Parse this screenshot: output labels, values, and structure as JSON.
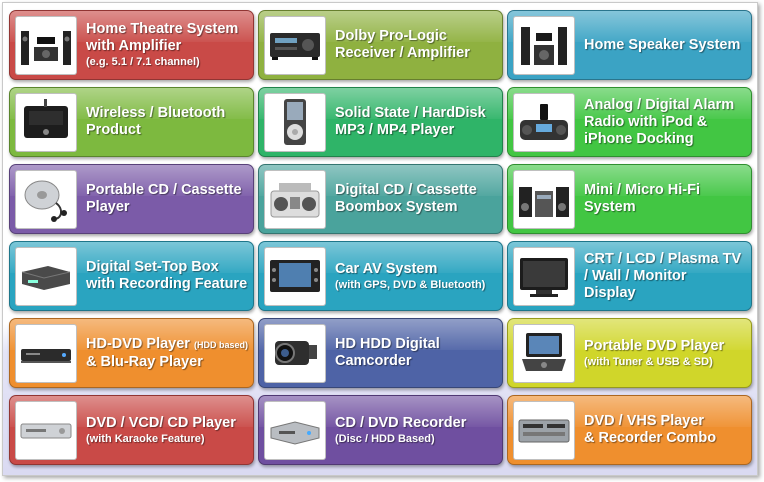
{
  "colors": {
    "red": "#c94a47",
    "olive": "#8fb140",
    "teal": "#3ba3c4",
    "green": "#7db93f",
    "purple": "#7b5ba8",
    "emerald": "#2fb468",
    "brightgreen": "#42c643",
    "cyan": "#2aa4c0",
    "orange": "#ef8f2e",
    "navy": "#4e63a6",
    "yellow": "#d0d62a",
    "violet": "#6f4fa0"
  },
  "tiles": [
    {
      "line1": "Home Theatre System",
      "line2": "with Amplifier",
      "sub": "(e.g. 5.1 / 7.1 channel)",
      "icon": "speaker-set-icon"
    },
    {
      "line1": "Dolby Pro-Logic",
      "line2": "Receiver / Amplifier",
      "icon": "av-receiver-icon"
    },
    {
      "line1": "Home Speaker System",
      "icon": "home-speakers-icon"
    },
    {
      "line1": "Wireless / Bluetooth",
      "line2": "Product",
      "icon": "wireless-dock-icon"
    },
    {
      "line1": "Solid State / HardDisk",
      "line2": "MP3 / MP4 Player",
      "icon": "mp3-player-icon"
    },
    {
      "line1": "Analog / Digital Alarm",
      "line2": "Radio with iPod &",
      "line3": "iPhone Docking",
      "icon": "alarm-radio-icon"
    },
    {
      "line1": "Portable CD / Cassette",
      "line2": "Player",
      "icon": "discman-icon"
    },
    {
      "line1": "Digital CD / Cassette",
      "line2": "Boombox System",
      "icon": "boombox-icon"
    },
    {
      "line1": "Mini / Micro Hi-Fi",
      "line2": "System",
      "icon": "hifi-system-icon"
    },
    {
      "line1": "Digital Set-Top Box",
      "line2": "with Recording Feature",
      "icon": "set-top-box-icon"
    },
    {
      "line1": "Car AV System",
      "sub": "(with GPS, DVD & Bluetooth)",
      "icon": "car-av-icon"
    },
    {
      "line1": "CRT / LCD / Plasma TV",
      "line2": "/ Wall / Monitor",
      "line3": "Display",
      "icon": "tv-icon"
    },
    {
      "line1": "HD-DVD Player",
      "line1_small": "(HDD based)",
      "line2": "& Blu-Ray Player",
      "icon": "bluray-player-icon"
    },
    {
      "line1": "HD HDD Digital",
      "line2": "Camcorder",
      "icon": "camcorder-icon"
    },
    {
      "line1": "Portable DVD Player",
      "sub": "(with Tuner & USB & SD)",
      "icon": "portable-dvd-icon"
    },
    {
      "line1": "DVD / VCD/ CD Player",
      "sub": "(with Karaoke Feature)",
      "icon": "dvd-player-icon"
    },
    {
      "line1": "CD / DVD Recorder",
      "sub": "(Disc / HDD Based)",
      "icon": "dvd-recorder-icon"
    },
    {
      "line1": "DVD / VHS Player",
      "line2": "& Recorder Combo",
      "icon": "dvd-vhs-combo-icon"
    }
  ]
}
